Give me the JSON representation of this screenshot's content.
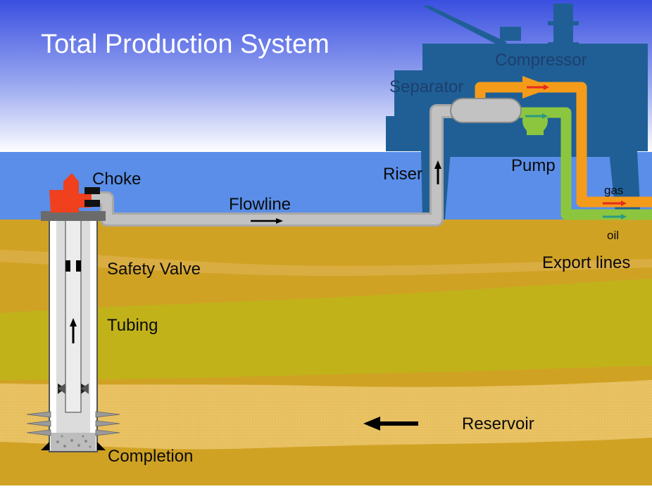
{
  "title": "Total Production System",
  "labels": {
    "choke": "Choke",
    "flowline": "Flowline",
    "riser": "Riser",
    "separator": "Separator",
    "compressor": "Compressor",
    "pump": "Pump",
    "gas": "gas",
    "oil": "oil",
    "export_lines": "Export lines",
    "safety_valve": "Safety Valve",
    "tubing": "Tubing",
    "reservoir": "Reservoir",
    "completion": "Completion"
  },
  "colors": {
    "sky_top": "#3c52e0",
    "sky_bottom": "#ffffff",
    "sea": "#5a8ee8",
    "platform": "#1f5f96",
    "ground": "#d0a224",
    "ground_green": "#c1b21a",
    "reservoir_sand": "#e6bd5c",
    "pipe_gray": "#bdbdbd",
    "gas_line": "#f59b1a",
    "oil_line": "#8cc63f",
    "choke_red": "#f0401e",
    "wellhead_gray": "#6b6b6b"
  }
}
